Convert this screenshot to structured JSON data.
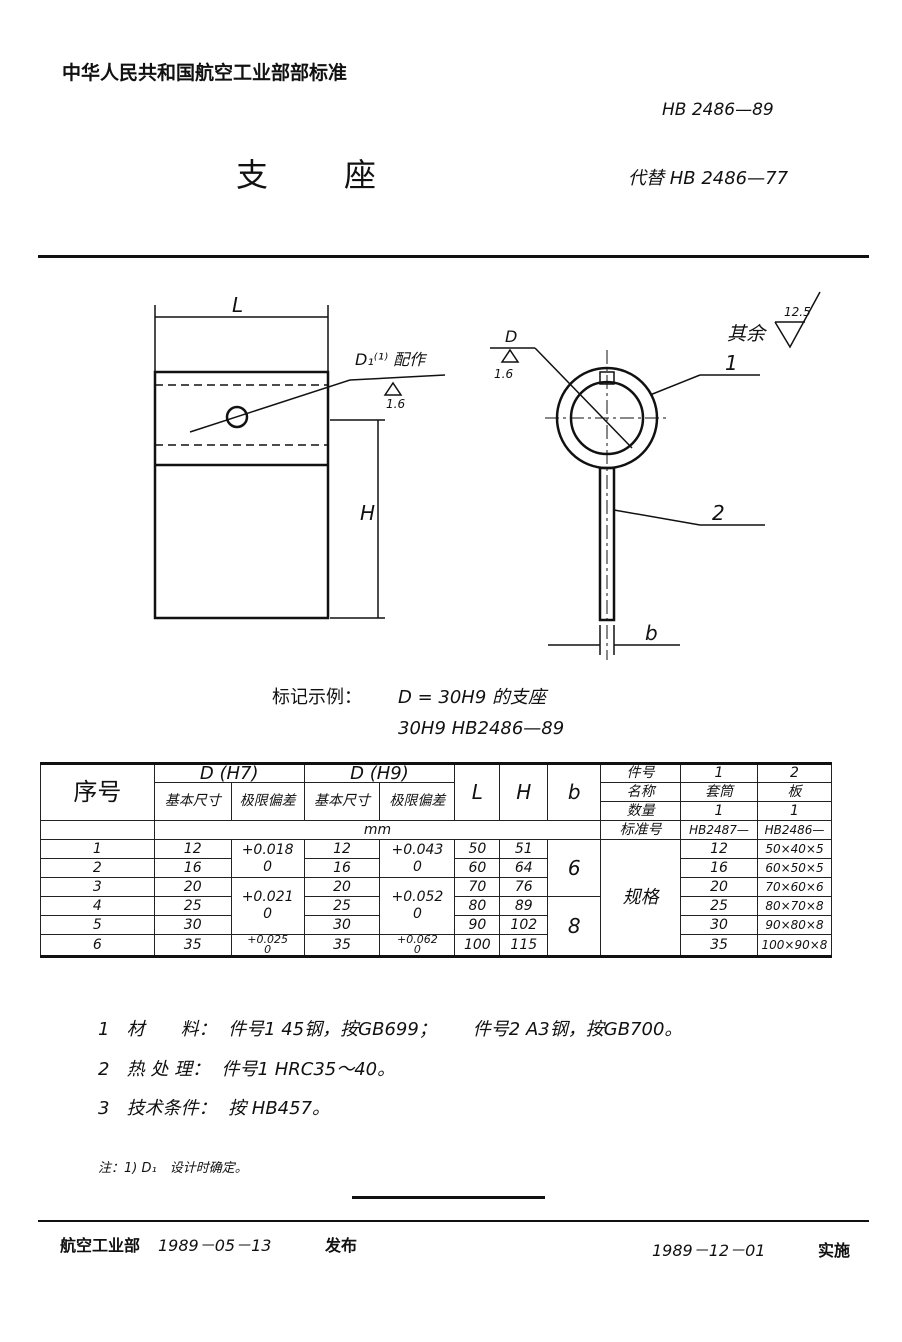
{
  "header": {
    "org": "中华人民共和国航空工业部部标准",
    "code": "HB 2486—89",
    "title": "支　　座",
    "replaces": "代替 HB 2486—77"
  },
  "drawing": {
    "label_L": "L",
    "label_H": "H",
    "label_D1": "D₁⁽¹⁾ 配作",
    "roughness_1": "1.6",
    "label_D": "D",
    "roughness_2": "1.6",
    "rest_label": "其余",
    "rest_roughness": "12.5",
    "leader_1": "1",
    "leader_2": "2",
    "label_b": "b"
  },
  "marking": {
    "label": "标记示例：",
    "example": "D = 30H9 的支座",
    "code": "30H9  HB2486—89"
  },
  "table": {
    "col_seq": "序号",
    "col_dh7": "D (H7)",
    "col_dh9": "D (H9)",
    "col_base": "基本尺寸",
    "col_tol": "极限偏差",
    "col_L": "L",
    "col_H": "H",
    "col_b": "b",
    "unit": "mm",
    "part_no": "件号",
    "name": "名称",
    "qty": "数量",
    "std_no": "标准号",
    "spec": "规格",
    "parts": [
      {
        "no": "1",
        "name": "套筒",
        "qty": "1",
        "std": "HB2487—"
      },
      {
        "no": "2",
        "name": "板",
        "qty": "1",
        "std": "HB2486—"
      }
    ],
    "tol_h7": [
      {
        "upper": "+0.018",
        "lower": "0"
      },
      {
        "upper": "+0.021",
        "lower": "0"
      },
      {
        "upper": "+0.025",
        "lower": "0"
      }
    ],
    "tol_h9": [
      {
        "upper": "+0.043",
        "lower": "0"
      },
      {
        "upper": "+0.052",
        "lower": "0"
      },
      {
        "upper": "+0.062",
        "lower": "0"
      }
    ],
    "b_values": [
      "6",
      "8"
    ],
    "rows": [
      {
        "seq": "1",
        "d7": "12",
        "d9": "12",
        "L": "50",
        "H": "51",
        "p1": "12",
        "p2": "50×40×5"
      },
      {
        "seq": "2",
        "d7": "16",
        "d9": "16",
        "L": "60",
        "H": "64",
        "p1": "16",
        "p2": "60×50×5"
      },
      {
        "seq": "3",
        "d7": "20",
        "d9": "20",
        "L": "70",
        "H": "76",
        "p1": "20",
        "p2": "70×60×6"
      },
      {
        "seq": "4",
        "d7": "25",
        "d9": "25",
        "L": "80",
        "H": "89",
        "p1": "25",
        "p2": "80×70×8"
      },
      {
        "seq": "5",
        "d7": "30",
        "d9": "30",
        "L": "90",
        "H": "102",
        "p1": "30",
        "p2": "90×80×8"
      },
      {
        "seq": "6",
        "d7": "35",
        "d9": "35",
        "L": "100",
        "H": "115",
        "p1": "35",
        "p2": "100×90×8"
      }
    ]
  },
  "requirements": [
    {
      "n": "1",
      "label": "材　　料：",
      "text": "件号1 45钢，按GB699；　　件号2 A3钢，按GB700。"
    },
    {
      "n": "2",
      "label": "热 处 理：",
      "text": "件号1 HRC35～40。"
    },
    {
      "n": "3",
      "label": "技术条件：",
      "text": "按 HB457。"
    }
  ],
  "note": "注：1) D₁　设计时确定。",
  "footer": {
    "issuer": "航空工业部",
    "issue_date": "1989－05－13",
    "issue_label": "发布",
    "effective_date": "1989－12－01",
    "effective_label": "实施"
  }
}
